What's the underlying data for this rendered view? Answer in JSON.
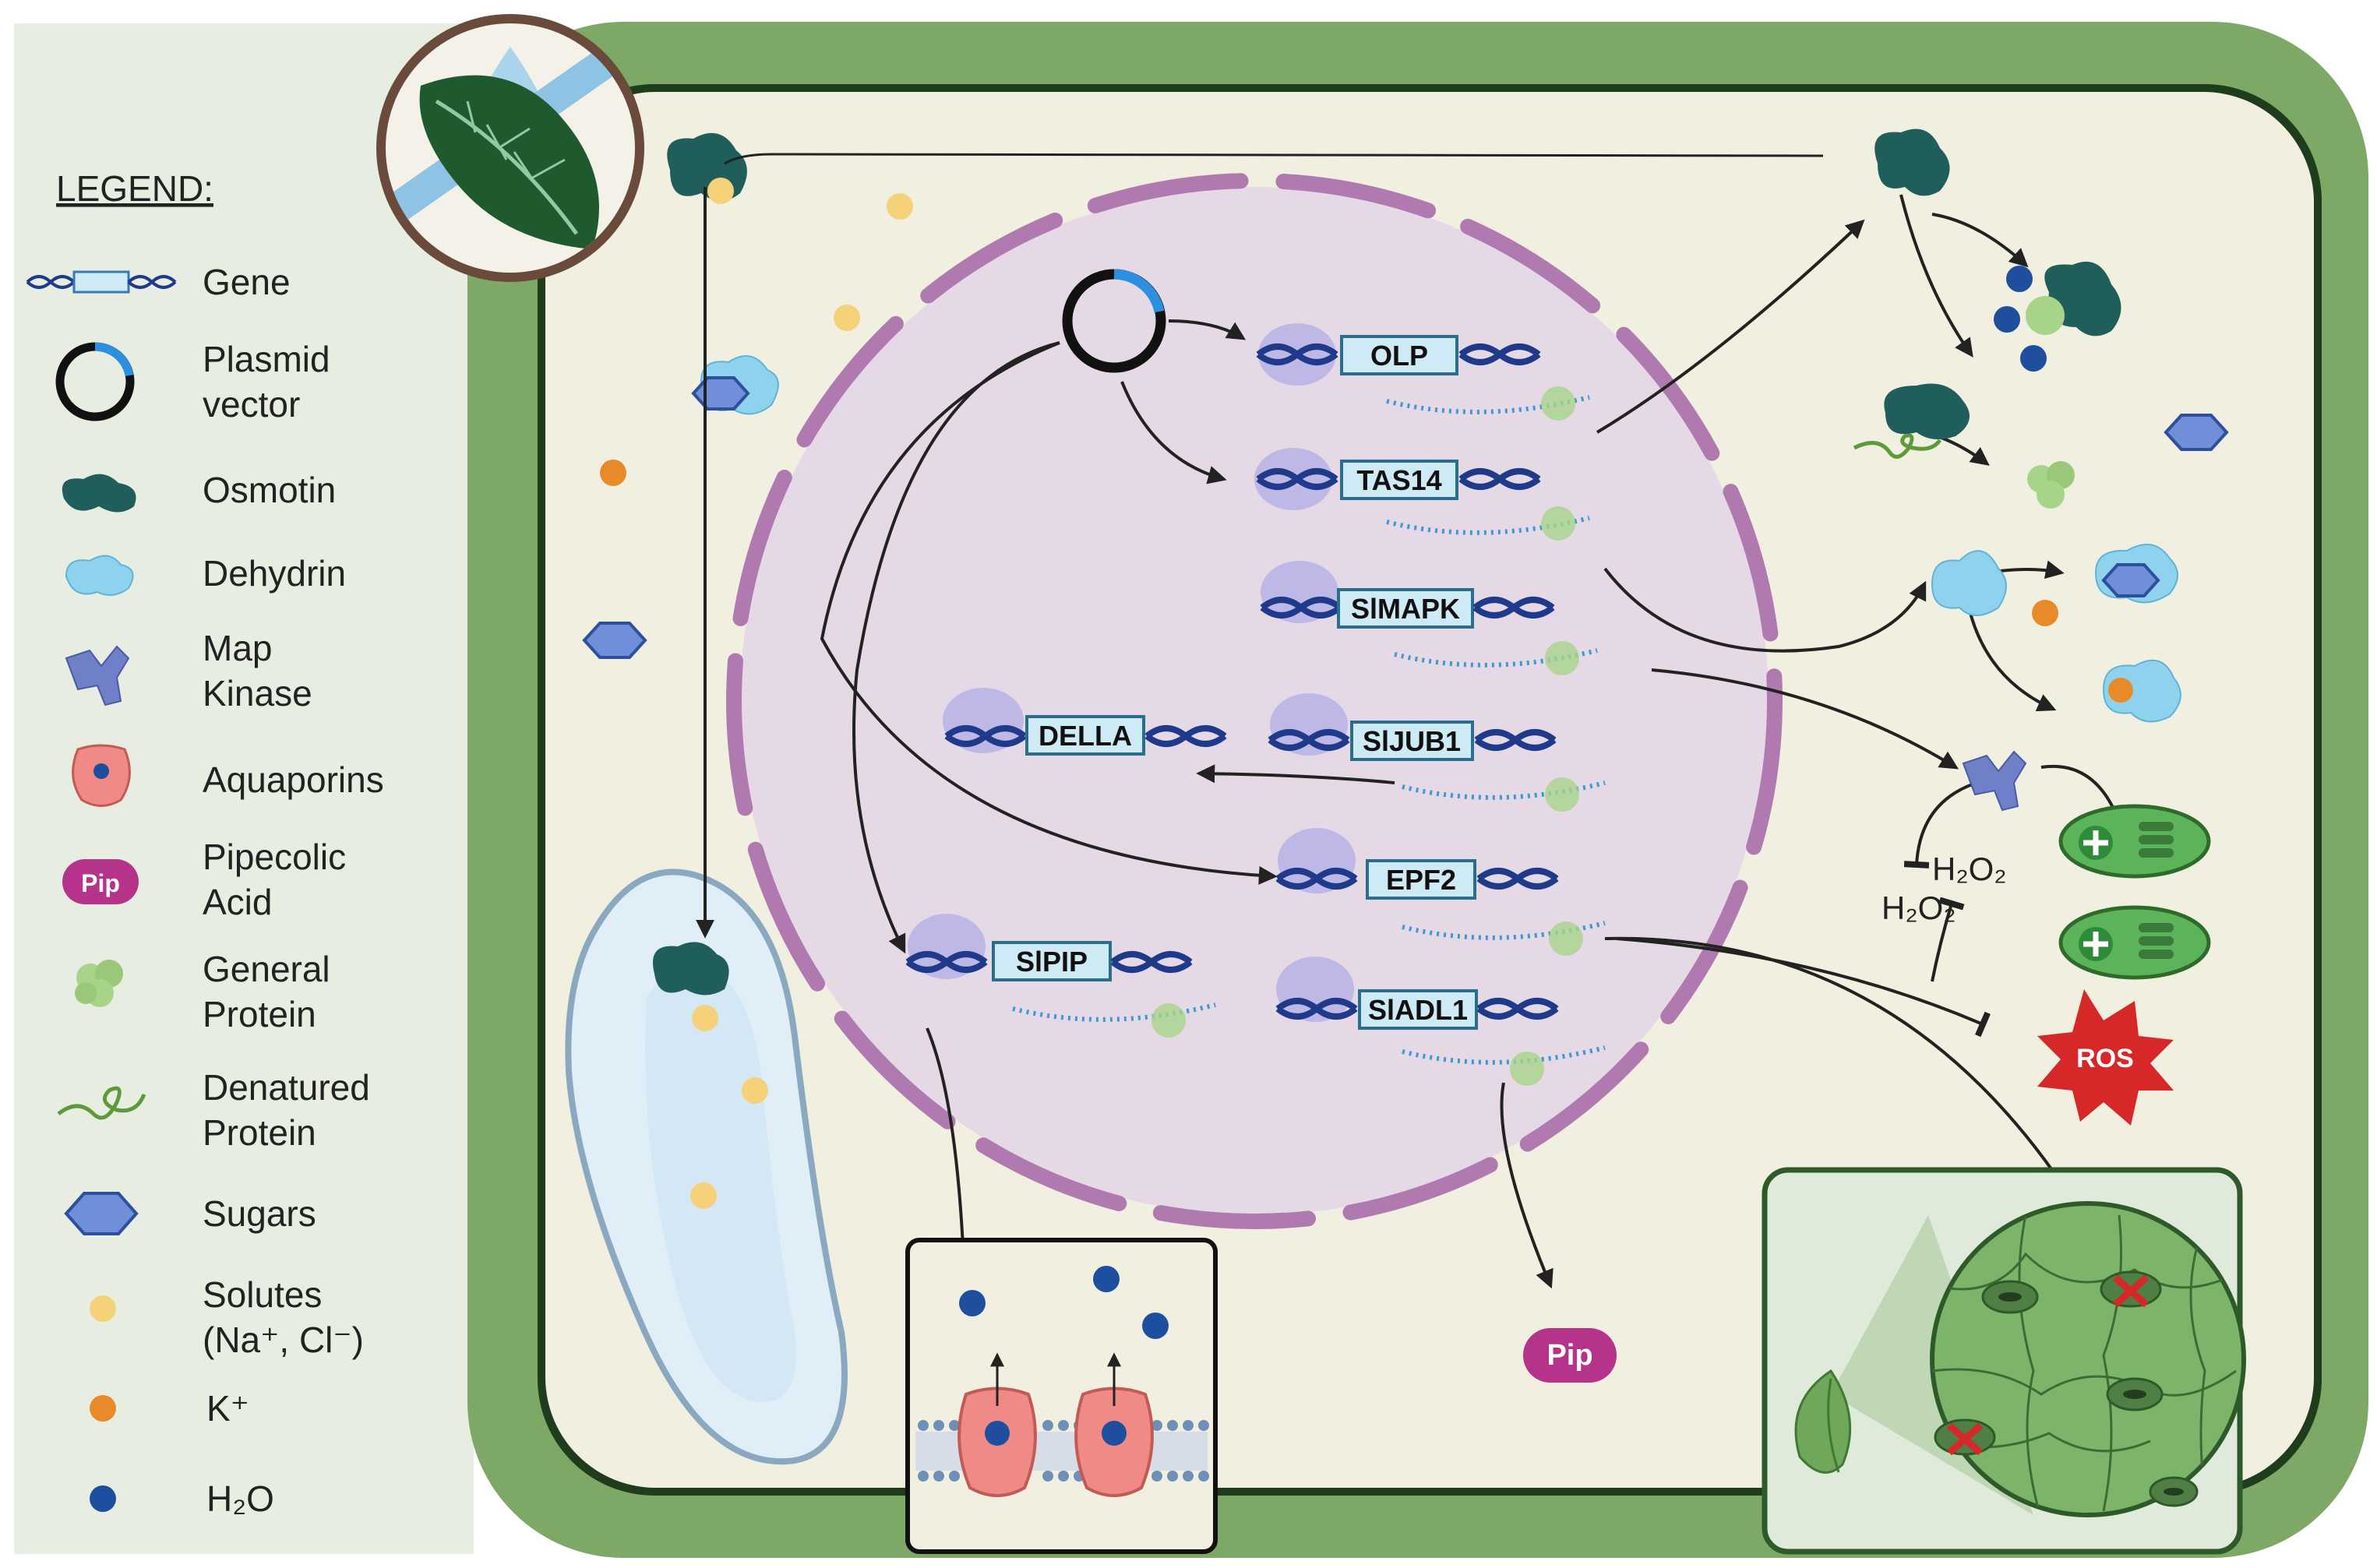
{
  "legend": {
    "title": "LEGEND:",
    "items": [
      {
        "icon": "gene-icon",
        "lines": [
          "Gene"
        ]
      },
      {
        "icon": "plasmid-vector-icon",
        "lines": [
          "Plasmid",
          "vector"
        ]
      },
      {
        "icon": "osmotin-icon",
        "lines": [
          "Osmotin"
        ]
      },
      {
        "icon": "dehydrin-icon",
        "lines": [
          "Dehydrin"
        ]
      },
      {
        "icon": "map-kinase-icon",
        "lines": [
          "Map",
          "Kinase"
        ]
      },
      {
        "icon": "aquaporin-icon",
        "lines": [
          "Aquaporins"
        ]
      },
      {
        "icon": "pipecolic-acid-icon",
        "lines": [
          "Pipecolic",
          "Acid"
        ]
      },
      {
        "icon": "general-protein-icon",
        "lines": [
          "General",
          "Protein"
        ]
      },
      {
        "icon": "denatured-protein-icon",
        "lines": [
          "Denatured",
          "Protein"
        ]
      },
      {
        "icon": "sugar-icon",
        "lines": [
          "Sugars"
        ]
      },
      {
        "icon": "solute-icon",
        "lines": [
          "Solutes",
          "(Na⁺, Cl⁻)"
        ]
      },
      {
        "icon": "potassium-icon",
        "lines": [
          "K⁺"
        ]
      },
      {
        "icon": "water-icon",
        "lines": [
          "H₂O"
        ]
      }
    ]
  },
  "genes": [
    "OLP",
    "TAS14",
    "SlMAPK",
    "DELLA",
    "SlJUB1",
    "EPF2",
    "SlPIP",
    "SlADL1"
  ],
  "labels": {
    "pip": "Pip",
    "pip_legend": "Pip",
    "h2o2_a": "H₂O₂",
    "h2o2_b": "H₂O₂",
    "ros": "ROS"
  },
  "colors": {
    "cell_wall": "#7ea866",
    "cytoplasm": "#f1efdf",
    "nucleus": "#e6d9e6",
    "nuclear_envelope": "#b07ab0",
    "osmotin": "#1f5e5b",
    "dehydrin": "#8fd2ee",
    "dna": "#1f3a8a",
    "gene_box": "#cdeaf5",
    "solute": "#f5d27a",
    "potassium": "#e88a2a",
    "water": "#1e4e9e",
    "pip": "#b5338a",
    "ros": "#d62828"
  }
}
